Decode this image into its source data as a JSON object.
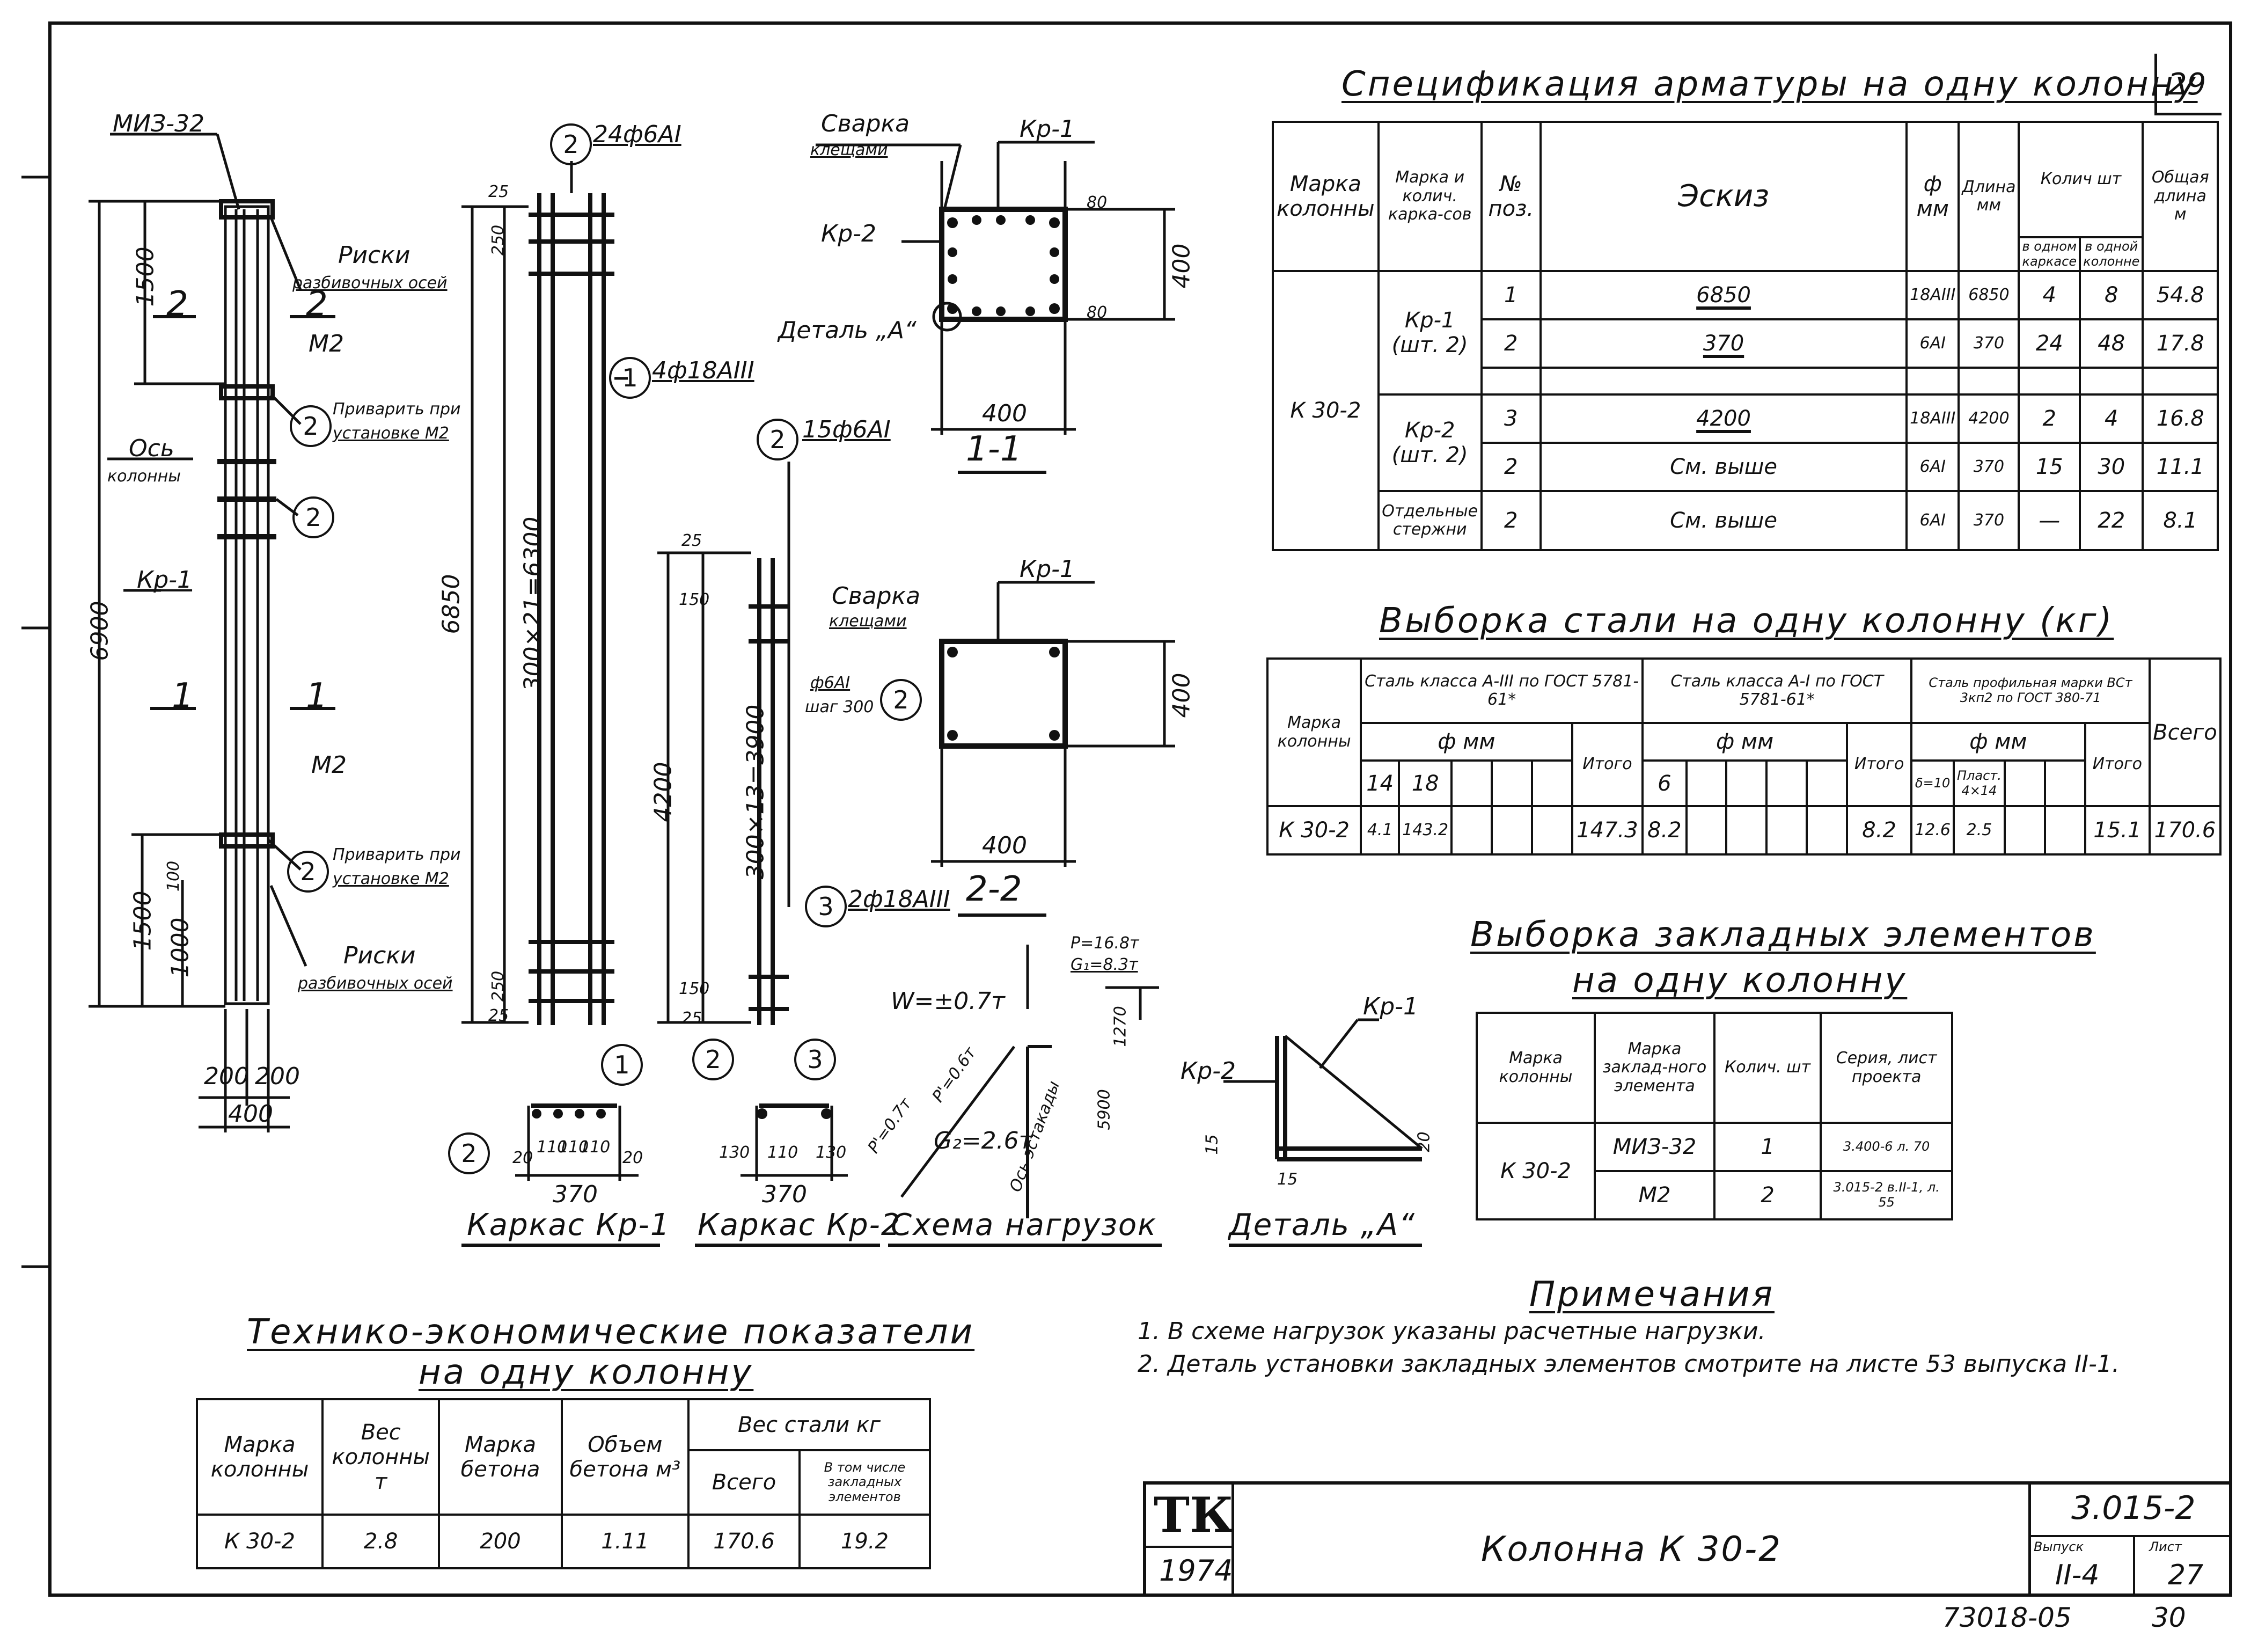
{
  "sheet_no_corner": "29",
  "spec": {
    "title": "Спецификация арматуры на одну колонну",
    "h_mark": "Марка колонны",
    "h_frame": "Марка и колич. карка-сов",
    "h_pos": "№ поз.",
    "h_sketch": "Эскиз",
    "h_d": "ф мм",
    "h_len": "Длина мм",
    "h_qty": "Колич шт",
    "h_qty_frame": "в одном каркасе",
    "h_qty_col": "в одной колонне",
    "h_total": "Общая длина м",
    "column": "К 30-2",
    "rows": [
      {
        "frame": "Кр-1 (шт. 2)",
        "pos": "1",
        "sketch": "6850",
        "d": "18АIII",
        "len": "6850",
        "qf": "4",
        "qc": "8",
        "tot": "54.8"
      },
      {
        "frame": "",
        "pos": "2",
        "sketch": "370",
        "d": "6АI",
        "len": "370",
        "qf": "24",
        "qc": "48",
        "tot": "17.8"
      },
      {
        "frame": "Кр-2 (шт. 2)",
        "pos": "3",
        "sketch": "4200",
        "d": "18АIII",
        "len": "4200",
        "qf": "2",
        "qc": "4",
        "tot": "16.8"
      },
      {
        "frame": "",
        "pos": "2",
        "sketch": "См. выше",
        "d": "6АI",
        "len": "370",
        "qf": "15",
        "qc": "30",
        "tot": "11.1"
      },
      {
        "frame": "Отдельные стержни",
        "pos": "2",
        "sketch": "См. выше",
        "d": "6АI",
        "len": "370",
        "qf": "—",
        "qc": "22",
        "tot": "8.1"
      }
    ]
  },
  "steel": {
    "title": "Выборка стали на одну колонну (кг)",
    "h_mark": "Марка колонны",
    "h_a3": "Сталь класса А-III по ГОСТ 5781-61*",
    "h_a1": "Сталь класса А-I по ГОСТ 5781-61*",
    "h_prof": "Сталь профильная марки ВСт 3кп2 по ГОСТ 380-71",
    "h_dmm": "ф мм",
    "h_itogo": "Итого",
    "h_vsego": "Всего",
    "a3_d": [
      "14",
      "18"
    ],
    "a1_d": [
      "6"
    ],
    "prof_d": [
      "δ=10",
      "Пласт. 4×14"
    ],
    "row": {
      "mark": "К 30-2",
      "a3": [
        "4.1",
        "143.2"
      ],
      "a3_tot": "147.3",
      "a1": [
        "8.2"
      ],
      "a1_tot": "8.2",
      "prof": [
        "12.6",
        "2.5"
      ],
      "prof_tot": "15.1",
      "all": "170.6"
    }
  },
  "embed": {
    "title1": "Выборка закладных элементов",
    "title2": "на одну колонну",
    "h_mark": "Марка колонны",
    "h_el": "Марка заклад-ного элемента",
    "h_qty": "Колич. шт",
    "h_ser": "Серия, лист проекта",
    "col": "К 30-2",
    "rows": [
      {
        "el": "МИЗ-32",
        "qty": "1",
        "ser": "3.400-6 л. 70"
      },
      {
        "el": "М2",
        "qty": "2",
        "ser": "3.015-2 в.II-1, л. 55"
      }
    ]
  },
  "notes": {
    "title": "Примечания",
    "items": [
      "1. В схеме нагрузок указаны расчетные нагрузки.",
      "2. Деталь установки закладных элементов смотрите на листе 53 выпуска II-1."
    ]
  },
  "tep": {
    "title1": "Технико-экономические показатели",
    "title2": "на одну колонну",
    "h_mark": "Марка колонны",
    "h_weight": "Вес колонны т",
    "h_concrete": "Марка бетона",
    "h_vol": "Объем бетона м³",
    "h_steel": "Вес стали кг",
    "h_all": "Всего",
    "h_incl": "В том числе закладных элементов",
    "row": {
      "mark": "К 30-2",
      "weight": "2.8",
      "concrete": "200",
      "vol": "1.11",
      "all": "170.6",
      "incl": "19.2"
    }
  },
  "stamp": {
    "logo": "ТК",
    "year": "1974",
    "name": "Колонна К 30-2",
    "series": "3.015-2",
    "h_issue": "Выпуск",
    "h_sheet": "Лист",
    "issue": "II-4",
    "sheet": "27"
  },
  "footer": {
    "code": "73018-05",
    "page": "30"
  },
  "drawing": {
    "miz": "МИЗ-32",
    "riski1": "Риски",
    "riski1b": "разбивочных осей",
    "m2a": "М2",
    "weld1": "Приварить при",
    "weld1b": "установке М2",
    "axis1": "Ось",
    "axis2": "колонны",
    "kp1": "Кр-1",
    "sec1": "1",
    "dim6900": "6900",
    "dim1500a": "1500",
    "dim1500b": "1500",
    "dim1000": "1000",
    "dim100": "100",
    "dim200a": "200",
    "dim200b": "200",
    "dim400a": "400",
    "m2b": "М2",
    "sec2": "2",
    "r2": "2",
    "r1": "1",
    "r3": "3",
    "bar2": "24ф6АI",
    "bar1": "4ф18АIII",
    "dim6850": "6850",
    "dim6300": "300×21=6300",
    "d25a": "25",
    "d250a": "250",
    "d250b": "250",
    "d25b": "25",
    "kr2bar": "15ф6АI",
    "dim4200": "4200",
    "dim3900": "300×13=3900",
    "d25c": "25",
    "d150a": "150",
    "d25d": "25",
    "d150b": "150",
    "bar3": "2ф18АIII",
    "svarka": "Сварка",
    "klesh": "клещами",
    "kr1a": "Кр-1",
    "kr2a": "Кр-2",
    "detA": "Деталь „А“",
    "s400a": "400",
    "s400b": "400",
    "s80a": "80",
    "s80b": "80",
    "cut11": "1-1",
    "svarka2": "Сварка",
    "klesh2": "клещами",
    "kr1b": "Кр-1",
    "phi6": "ф6АI",
    "shag": "шаг 300",
    "s400c": "400",
    "s400d": "400",
    "cut22": "2-2",
    "P": "P=16.8т",
    "G1": "G₁=8.3т",
    "W": "W=±0.7т",
    "Pp": "P'=0.7т",
    "Pg": "P'=0.6т",
    "G2": "G₂=2.6т",
    "estak": "Ось эстакады",
    "d5900": "5900",
    "d1270": "1270",
    "kr1c": "Кр-1",
    "kr2c": "Кр-2",
    "d15a": "15",
    "d15b": "15",
    "d20": "20",
    "cap1": "Каркас Кр-1",
    "cap2": "Каркас Кр-2",
    "cap3": "Схема нагрузок",
    "cap4": "Деталь „А“",
    "k1d": [
      "20",
      "110",
      "110",
      "110",
      "20"
    ],
    "k1w": "370",
    "k2d": [
      "130",
      "110",
      "130"
    ],
    "k2w": "370"
  }
}
